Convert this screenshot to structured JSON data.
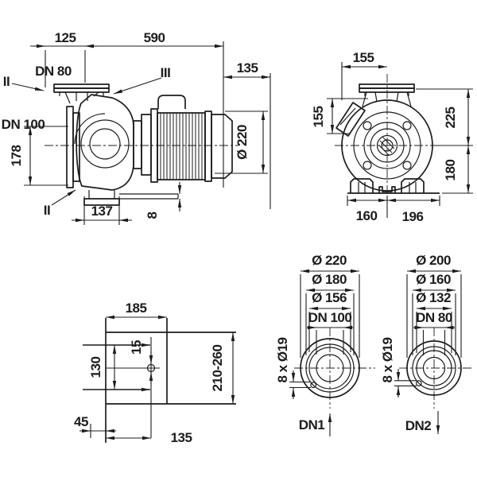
{
  "colors": {
    "line": "#1c1c1c",
    "background": "#ffffff"
  },
  "side_view": {
    "d125": "125",
    "d590": "590",
    "d135": "135",
    "dn80": "DN 80",
    "dn100": "DN 100",
    "d178": "178",
    "d137": "137",
    "d8": "8",
    "d220": "Ø 220",
    "ii_left": "II",
    "ii_bottom": "II",
    "iii": "III"
  },
  "front_view": {
    "d155_top": "155",
    "d155_left": "155",
    "d225": "225",
    "d180": "180",
    "d160": "160",
    "d196": "196"
  },
  "base_view": {
    "d185": "185",
    "d130": "130",
    "d15": "15",
    "d210_260": "210-260",
    "d45": "45",
    "d135": "135"
  },
  "flange_dn100": {
    "outer": "Ø 220",
    "bolt_circle": "Ø 180",
    "face": "Ø 156",
    "nominal": "DN 100",
    "bolts": "8 x Ø19",
    "port": "DN1"
  },
  "flange_dn80": {
    "outer": "Ø 200",
    "bolt_circle": "Ø 160",
    "face": "Ø 132",
    "nominal": "DN 80",
    "bolts": "8 x Ø19",
    "port": "DN2"
  }
}
